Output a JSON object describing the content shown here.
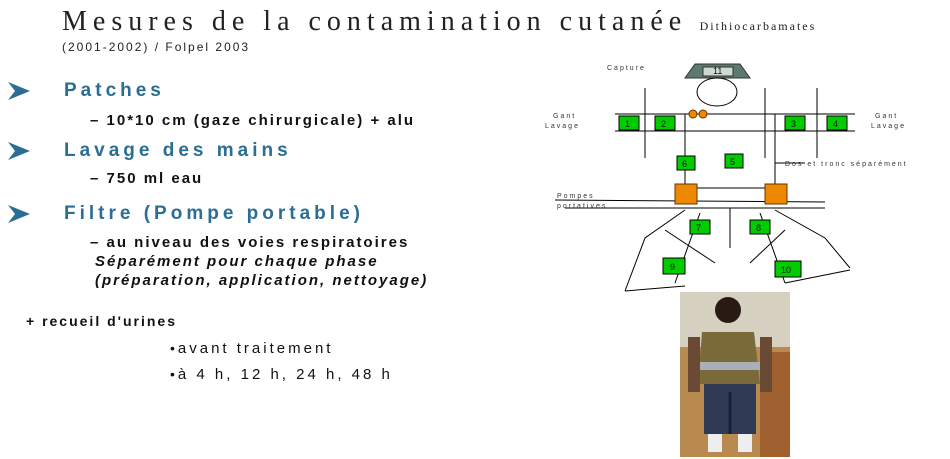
{
  "title": {
    "main": "Mesures de la contamination cutanée",
    "sub": "Dithiocarbamates",
    "period": "(2001-2002) / Folpel 2003"
  },
  "bullets": [
    {
      "heading": "Patches",
      "lines": [
        "– 10*10 cm (gaze chirurgicale) + alu"
      ]
    },
    {
      "heading": "Lavage des mains",
      "lines": [
        "– 750 ml eau"
      ]
    },
    {
      "heading": "Filtre (Pompe portable)",
      "lines": [
        "– au niveau des voies respiratoires"
      ]
    }
  ],
  "italic_lines": [
    "Séparément pour chaque phase",
    "(préparation, application, nettoyage)"
  ],
  "urine": {
    "label": "+ recueil d'urines",
    "items": [
      "avant traitement",
      "à 4 h, 12 h, 24 h, 48 h"
    ]
  },
  "diagram": {
    "labels": {
      "capture": "Capture",
      "gant_left": "Gant",
      "lavage_left": "Lavage",
      "gant_right": "Gant",
      "lavage_right": "Lavage",
      "dos": "Dos et tronc séparément",
      "pompes": "Pompes",
      "portatives": "portatives"
    },
    "head_number": "11",
    "patches": [
      "1",
      "2",
      "3",
      "4",
      "5",
      "6",
      "7",
      "8",
      "9",
      "10"
    ],
    "patch_color": "#00cc00",
    "pump_color": "#ee8800",
    "head_color": "#5c7a6e"
  }
}
